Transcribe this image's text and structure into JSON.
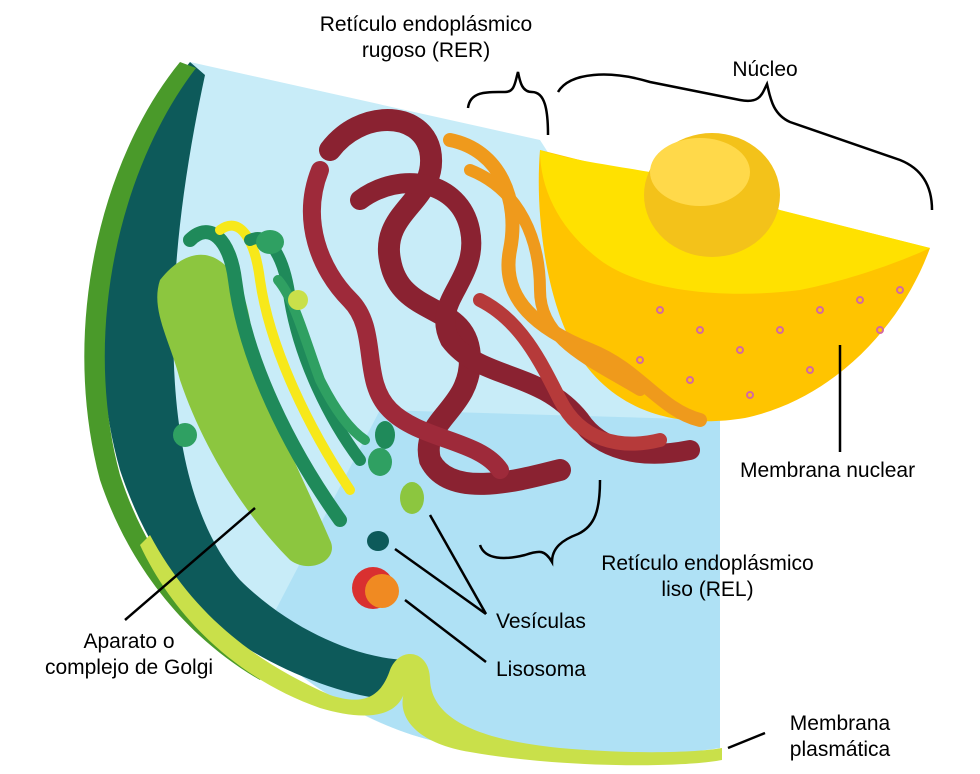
{
  "labels": {
    "rer": {
      "line1": "Retículo endoplásmico",
      "line2": "rugoso (RER)"
    },
    "nucleo": "Núcleo",
    "membrana_nuclear": "Membrana nuclear",
    "rel": {
      "line1": "Retículo endoplásmico",
      "line2": "liso (REL)"
    },
    "vesiculas": "Vesículas",
    "lisosoma": "Lisosoma",
    "golgi": {
      "line1": "Aparato o",
      "line2": "complejo de Golgi"
    },
    "membrana_plasmatica": {
      "line1": "Membrana",
      "line2": "plasmática"
    }
  },
  "colors": {
    "cytoplasm": "#c8ecf8",
    "cytoplasm_deep": "#a9def4",
    "outer_rim": "#0d5a5a",
    "membrane_lime": "#c9e04a",
    "membrane_green": "#4a9a2a",
    "nucleus_yellow": "#ffe100",
    "nucleus_orange": "#ffc400",
    "nucleolus": "#f3c21a",
    "rer_maroon": "#8a2231",
    "rer_orange": "#ef9a1c",
    "golgi_light": "#8cc63f",
    "golgi_dark": "#1f8a5a",
    "golgi_yellow": "#f7e81a",
    "lysosome_red": "#d93030",
    "lysosome_orange": "#f08a22"
  }
}
